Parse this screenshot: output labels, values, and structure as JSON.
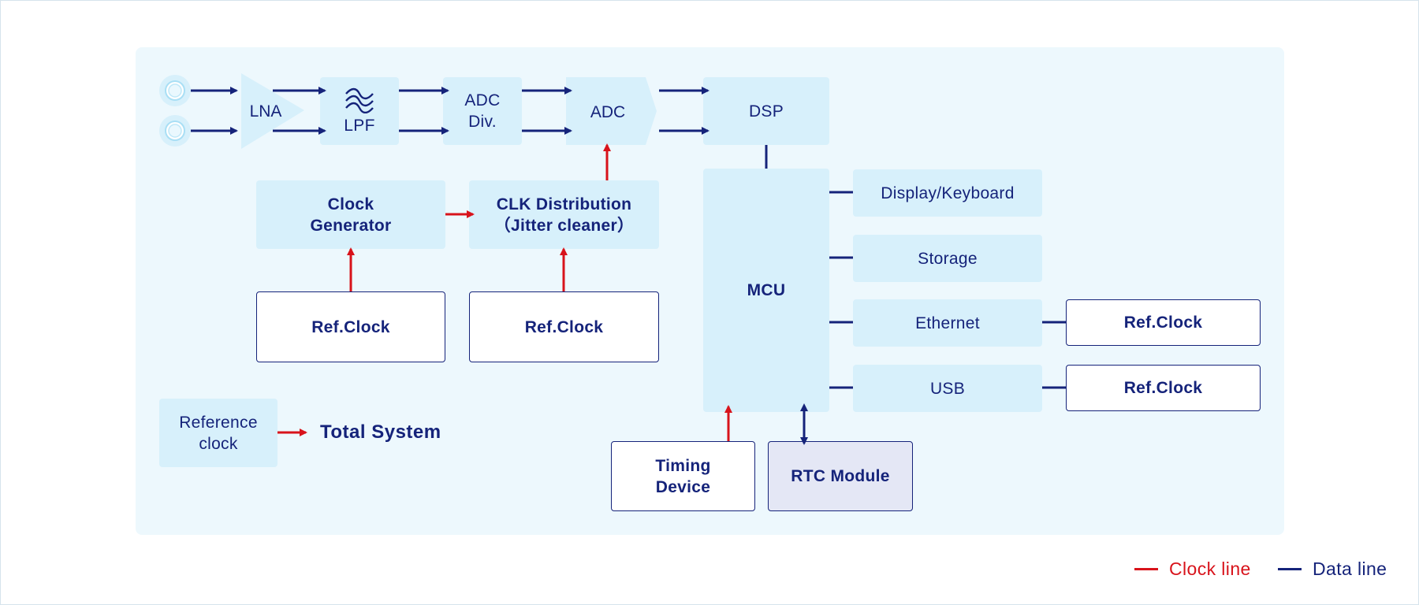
{
  "colors": {
    "clock": "#d8131b",
    "data": "#15237a",
    "block_fill": "#d7f0fb",
    "panel": "#edf8fd"
  },
  "blocks": {
    "lna": "LNA",
    "lpf": "LPF",
    "lpf_icon": "low-pass-filter-icon",
    "adc_div_line1": "ADC",
    "adc_div_line2": "Div.",
    "adc": "ADC",
    "dsp": "DSP",
    "clock_gen_line1": "Clock",
    "clock_gen_line2": "Generator",
    "clk_dist_line1": "CLK Distribution",
    "clk_dist_line2": "（Jitter cleaner）",
    "ref_clock_1": "Ref.Clock",
    "ref_clock_2": "Ref.Clock",
    "ref_clock_3": "Ref.Clock",
    "ref_clock_4": "Ref.Clock",
    "mcu": "MCU",
    "display_keyboard": "Display/Keyboard",
    "storage": "Storage",
    "ethernet": "Ethernet",
    "usb": "USB",
    "timing_line1": "Timing",
    "timing_line2": "Device",
    "rtc": "RTC Module",
    "reference_line1": "Reference",
    "reference_line2": "clock",
    "total_system": "Total System"
  },
  "legend": {
    "clock_label": "Clock line",
    "data_label": "Data line"
  }
}
